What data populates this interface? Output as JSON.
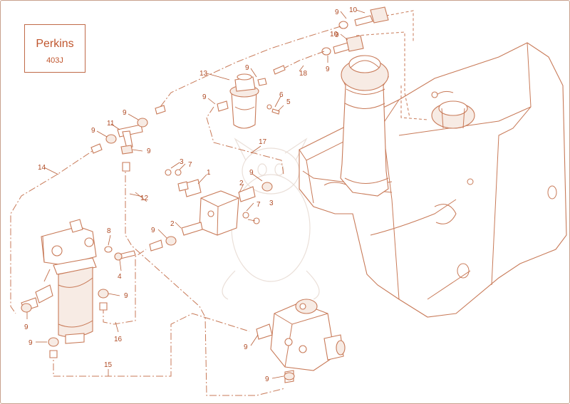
{
  "brand": {
    "name": "Perkins",
    "model": "403J"
  },
  "colors": {
    "accent": "#c0562e",
    "line": "#c87a58"
  },
  "callouts": {
    "c1": "1",
    "c2a": "2",
    "c2b": "2",
    "c3a": "3",
    "c3b": "3",
    "c3c": "3",
    "c4": "4",
    "c5": "5",
    "c6": "6",
    "c7a": "7",
    "c7b": "7",
    "c8": "8",
    "c9a": "9",
    "c9b": "9",
    "c9c": "9",
    "c9d": "9",
    "c9e": "9",
    "c9f": "9",
    "c9g": "9",
    "c9h": "9",
    "c9i": "9",
    "c9j": "9",
    "c9k": "9",
    "c9l": "9",
    "c9m": "9",
    "c9n": "9",
    "c10a": "10",
    "c10b": "10",
    "c11": "11",
    "c12": "12",
    "c13": "13",
    "c14": "14",
    "c15": "15",
    "c16": "16",
    "c17": "17",
    "c18": "18"
  }
}
